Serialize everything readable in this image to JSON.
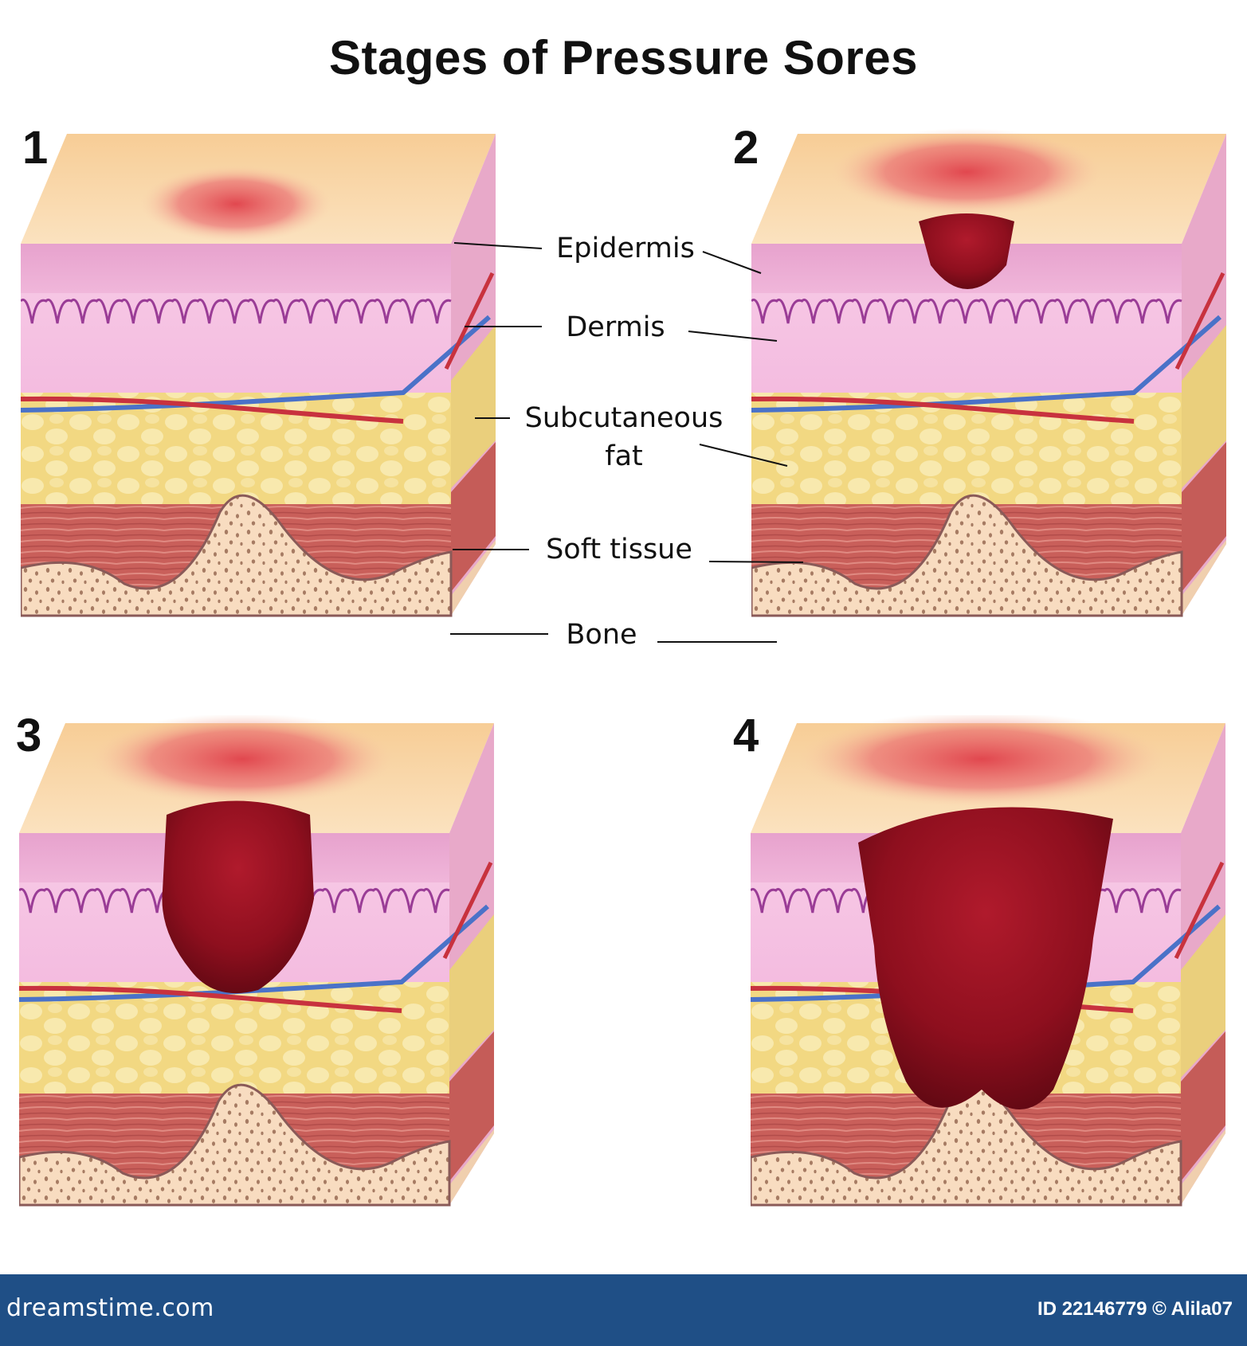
{
  "title": "Stages of Pressure Sores",
  "stages": [
    {
      "number": "1"
    },
    {
      "number": "2"
    },
    {
      "number": "3"
    },
    {
      "number": "4"
    }
  ],
  "labels": {
    "epidermis": "Epidermis",
    "dermis": "Dermis",
    "subcutaneous_line1": "Subcutaneous",
    "subcutaneous_line2": "fat",
    "soft_tissue": "Soft tissue",
    "bone": "Bone"
  },
  "footer": {
    "brand": "dreamstime.com",
    "id_text": "ID 22146779 © Alila07"
  },
  "colors": {
    "skin_top": "#f9d6a8",
    "epidermis": "#e9a8cf",
    "dermis": "#f6c6e6",
    "fat": "#f3dc8a",
    "muscle": "#c9625c",
    "bone": "#f8dcc0",
    "wound": "#8e0f1e",
    "footer": "#1f4f86"
  }
}
